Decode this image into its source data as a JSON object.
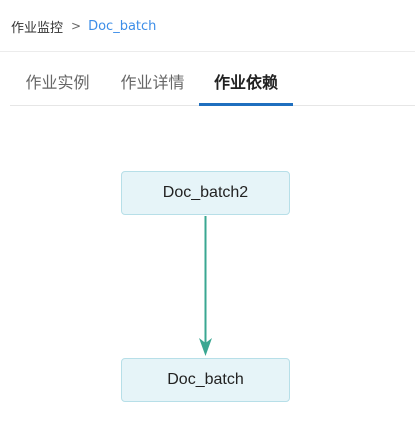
{
  "breadcrumb": {
    "root": "作业监控",
    "separator": ">",
    "current": "Doc_batch"
  },
  "tabs": [
    {
      "label": "作业实例",
      "active": false
    },
    {
      "label": "作业详情",
      "active": false
    },
    {
      "label": "作业依赖",
      "active": true
    }
  ],
  "graph": {
    "nodes": [
      {
        "label": "Doc_batch2"
      },
      {
        "label": "Doc_batch"
      }
    ],
    "edges": [
      {
        "from": "Doc_batch2",
        "to": "Doc_batch"
      }
    ]
  },
  "colors": {
    "accent": "#1f6fbf",
    "link": "#3d8ee8",
    "edge": "#3aa792",
    "node_fill": "#e6f4f8",
    "node_border": "#b7dfe8"
  }
}
